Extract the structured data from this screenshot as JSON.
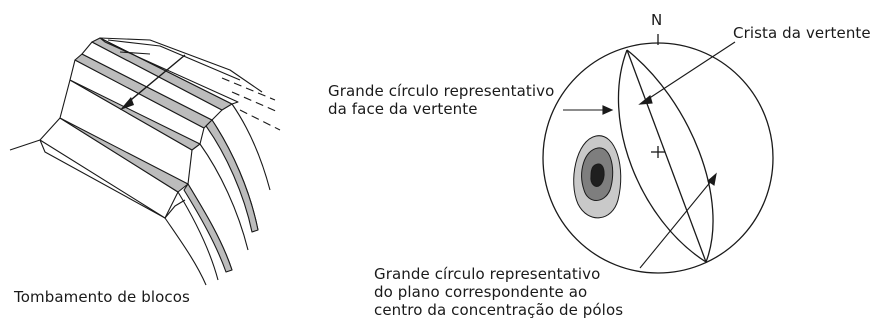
{
  "left_figure": {
    "caption": "Tombamento de blocos"
  },
  "stereonet": {
    "north_label": "N",
    "crest_label": "Crista da vertente",
    "slope_face_label": [
      "Grande círculo representativo",
      "da face da vertente"
    ],
    "plane_label": [
      "Grande círculo representativo",
      "do plano correspondente ao",
      "centro da concentração de pólos"
    ]
  },
  "colors": {
    "line": "#1a1a1a",
    "block_face": "#ffffff",
    "block_side": "#bcbcbc",
    "contour_outer": "#c9c9c9",
    "contour_middle": "#7e7e7e",
    "contour_inner": "#1f1f1f"
  }
}
